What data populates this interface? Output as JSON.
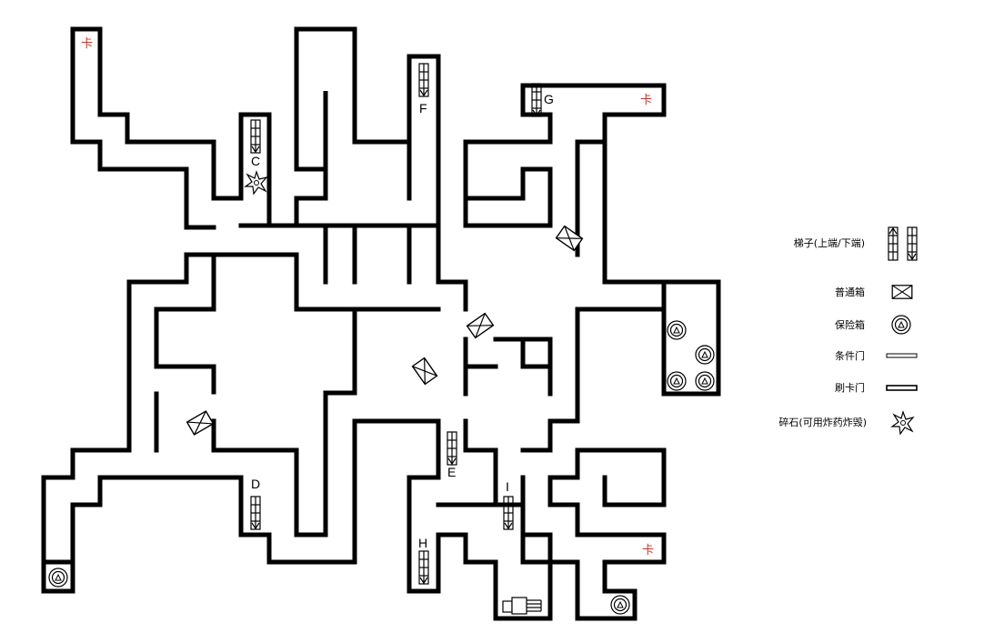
{
  "labels": {
    "C": "C",
    "D": "D",
    "E": "E",
    "F": "F",
    "G": "G",
    "H": "H",
    "I": "I"
  },
  "card_mark": "卡",
  "legend": {
    "ladder": "梯子(上端/下端)",
    "box": "普通箱",
    "safe": "保险箱",
    "cond_door": "条件门",
    "card_door": "刷卡门",
    "rubble": "碎石(可用炸药炸毁)"
  },
  "colors": {
    "wall": "#000000",
    "card_mark": "#c0392b",
    "background": "#ffffff"
  }
}
